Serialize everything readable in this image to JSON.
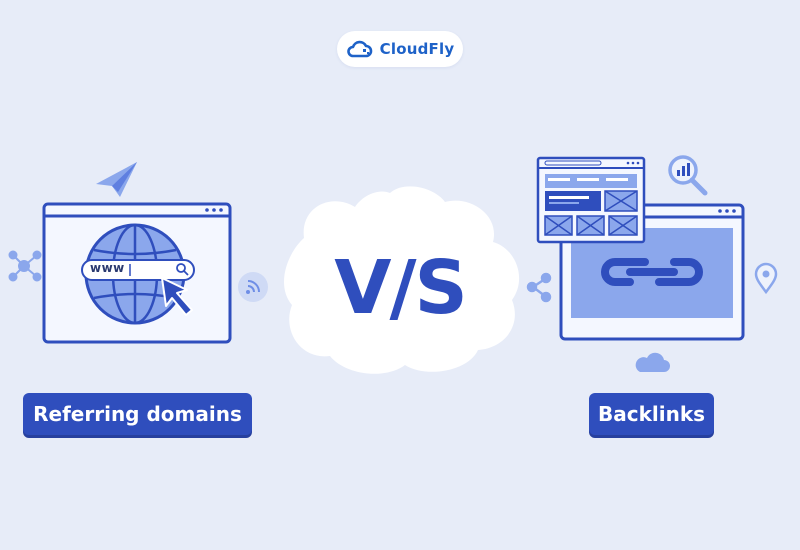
{
  "brand": {
    "name": "CloudFly",
    "color": "#1e62c8"
  },
  "comparison": {
    "separator": "V/S",
    "left": {
      "label": "Referring domains",
      "url_text": "www"
    },
    "right": {
      "label": "Backlinks"
    }
  },
  "colors": {
    "background": "#e7ecf8",
    "primary": "#2f4ebd",
    "accent_light": "#8ba7ec",
    "panel": "#f4f7ff"
  },
  "icons": [
    "cloud-logo-icon",
    "paper-plane-icon",
    "network-nodes-icon",
    "globe-icon",
    "cursor-arrow-icon",
    "search-icon",
    "wifi-signal-icon",
    "link-chain-icon",
    "magnifier-chart-icon",
    "share-icon",
    "location-pin-icon",
    "cloud-icon"
  ]
}
